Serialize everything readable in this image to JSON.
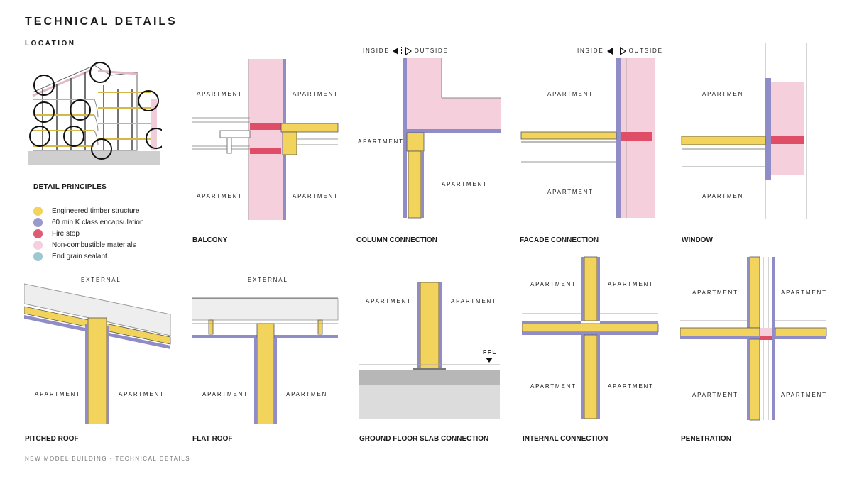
{
  "header": {
    "title": "TECHNICAL DETAILS",
    "location": "LOCATION"
  },
  "principles": {
    "heading": "DETAIL PRINCIPLES",
    "items": [
      {
        "label": "Engineered timber structure",
        "color": "#f2d35c"
      },
      {
        "label": "60 min K class encapsulation",
        "color": "#9b98cf"
      },
      {
        "label": "Fire stop",
        "color": "#df5a72"
      },
      {
        "label": "Non-combustible materials",
        "color": "#f6cfdd"
      },
      {
        "label": "End grain sealant",
        "color": "#9cc9d1"
      }
    ]
  },
  "labels": {
    "apartment": "APARTMENT",
    "external": "EXTERNAL",
    "inside": "INSIDE",
    "outside": "OUTSIDE",
    "ffl": "FFL"
  },
  "details": {
    "balcony": "BALCONY",
    "column": "COLUMN CONNECTION",
    "facade": "FACADE CONNECTION",
    "window": "WINDOW",
    "pitched": "PITCHED ROOF",
    "flat": "FLAT ROOF",
    "ground": "GROUND FLOOR SLAB CONNECTION",
    "internal": "INTERNAL CONNECTION",
    "penetration": "PENETRATION"
  },
  "footer": "NEW MODEL BUILDING - TECHNICAL DETAILS"
}
